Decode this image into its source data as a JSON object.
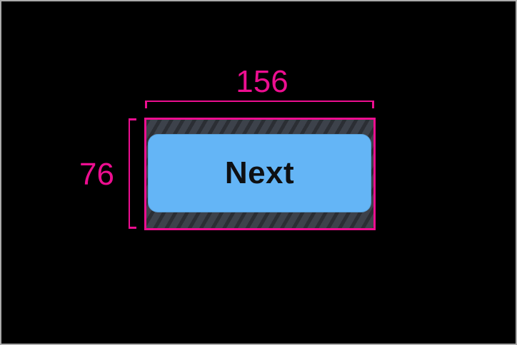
{
  "canvas": {
    "background_color": "#000000",
    "border_color": "#ababab"
  },
  "measurement_overlay": {
    "width_label": "156",
    "height_label": "76",
    "accent_color": "#ed0e90"
  },
  "padding_hatch": {
    "base_color": "#3d424b",
    "stripe_color": "#2f333b",
    "stripe_direction": "diagonal-rising-right"
  },
  "button": {
    "label": "Next",
    "fill_color": "#64b5f6",
    "text_color": "#0e1013"
  }
}
